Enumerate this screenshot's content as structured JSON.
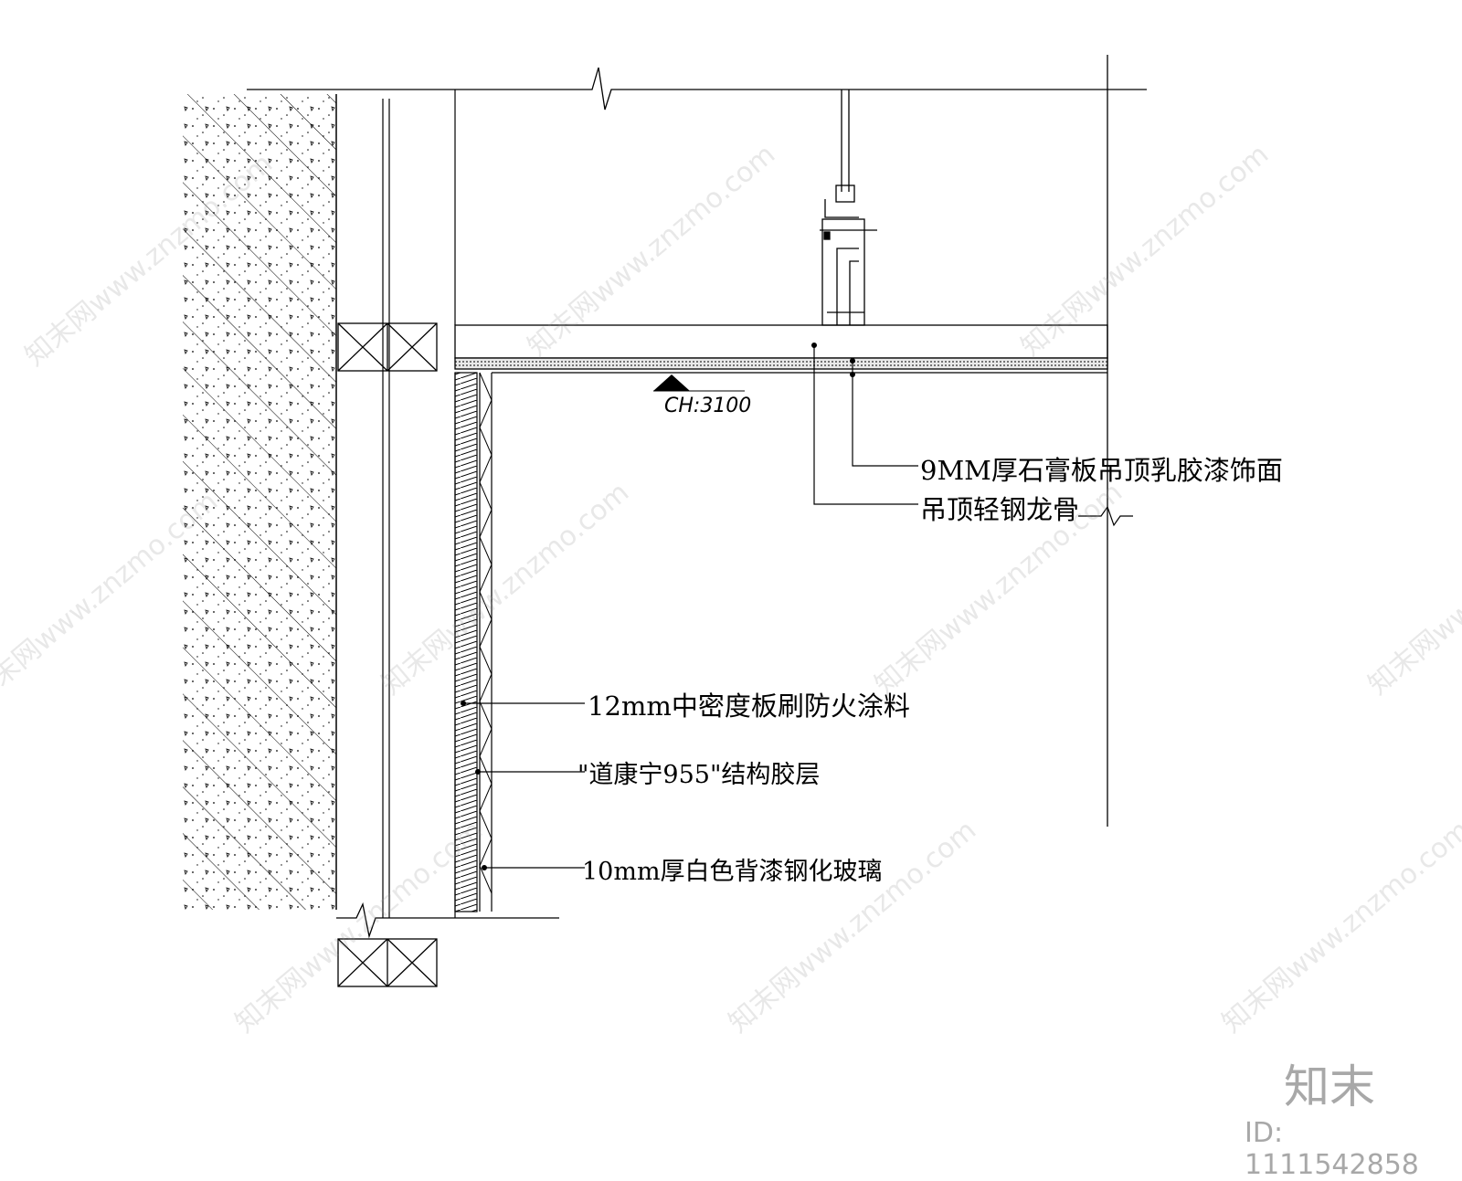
{
  "annotations": {
    "ceiling_board": "9MM厚石膏板吊顶乳胶漆饰面",
    "ceiling_keel": "吊顶轻钢龙骨",
    "mdf_board": "12mm中密度板刷防火涂料",
    "glue_layer": "\"道康宁955\"结构胶层",
    "glass": "10mm厚白色背漆钢化玻璃"
  },
  "ceiling_height": "CH:3100",
  "watermark": "知末网www.znzmo.com",
  "brand": {
    "logo": "知末",
    "id_text": "ID: 1111542858"
  },
  "colors": {
    "line": "#000000",
    "watermark": "#969696",
    "background": "#ffffff"
  }
}
